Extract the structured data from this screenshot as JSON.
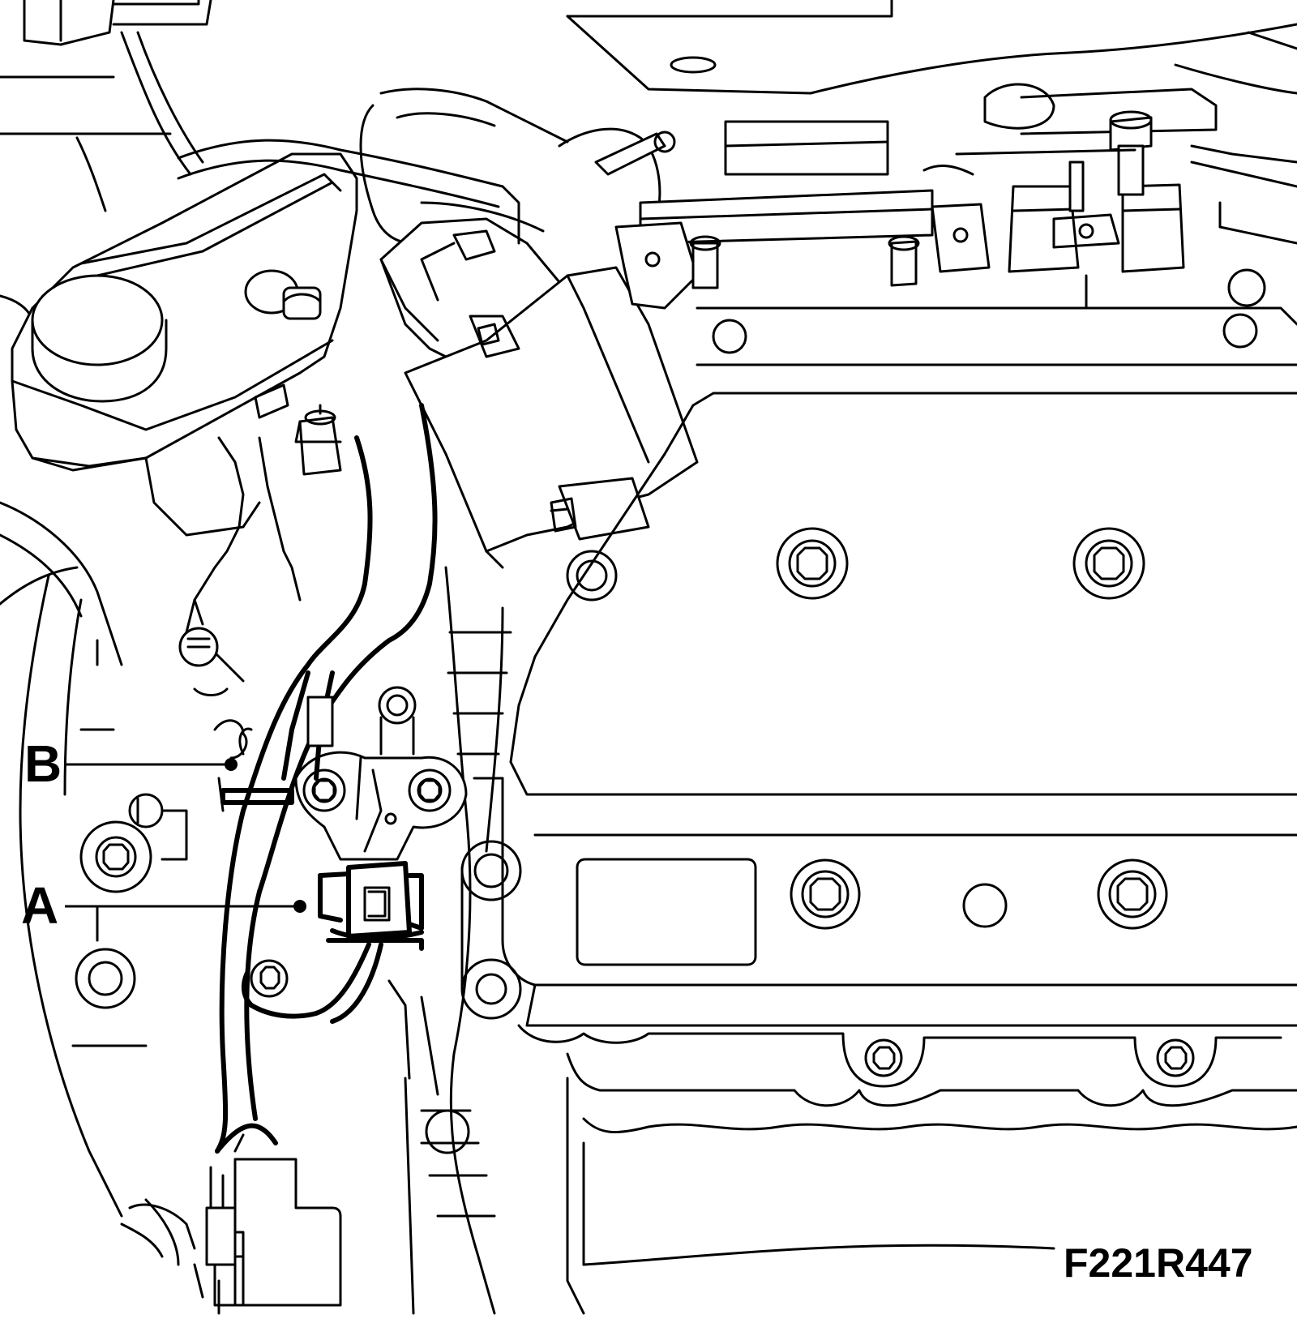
{
  "callouts": {
    "a": "A",
    "b": "B"
  },
  "figure_id": "F221R447"
}
